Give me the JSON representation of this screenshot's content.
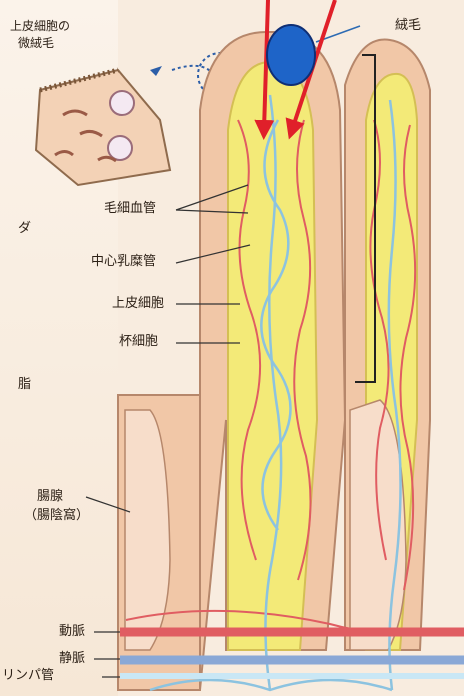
{
  "labels": {
    "epithelial_microvilli_line1": "上皮細胞の",
    "epithelial_microvilli_line2": "微絨毛",
    "villus": "絨毛",
    "capillary": "毛細血管",
    "central_lacteal": "中心乳糜管",
    "epithelial_cell": "上皮細胞",
    "goblet_cell": "杯細胞",
    "crypt_line1": "腸腺",
    "crypt_line2": "（腸陰窩）",
    "artery": "動脈",
    "vein": "静脈",
    "lymph_vessel": "リンパ管",
    "left_fragment_1": "ダ",
    "left_fragment_2": "脂"
  },
  "colors": {
    "arrow": "#e0202a",
    "marker": "#1e64c8",
    "epithelium": "#f1c7a7",
    "lacteal": "#f3ea78",
    "blood": "#e05d62",
    "lymph": "#8cc3e0",
    "background": "#f8ecdf"
  }
}
